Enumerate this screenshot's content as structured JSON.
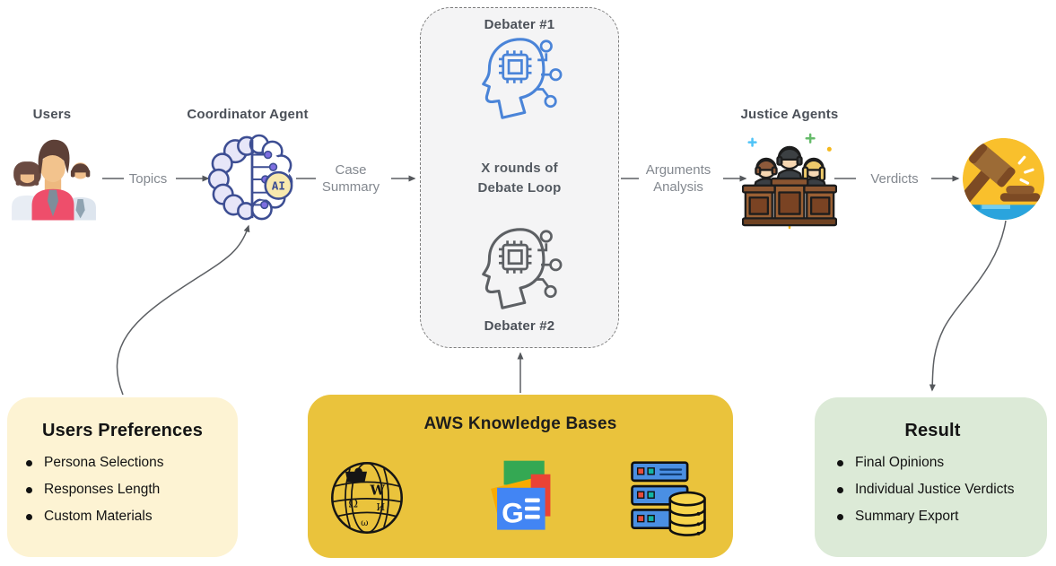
{
  "flow": {
    "users_label": "Users",
    "coordinator_label": "Coordinator Agent",
    "ai_badge": "AI",
    "justice_label": "Justice Agents",
    "debater1_label": "Debater #1",
    "debater2_label": "Debater #2",
    "loop_line1": "X rounds of",
    "loop_line2": "Debate Loop",
    "edge_topics": "Topics",
    "edge_case_line1": "Case",
    "edge_case_line2": "Summary",
    "edge_args_line1": "Arguments",
    "edge_args_line2": "Analysis",
    "edge_verdicts": "Verdicts"
  },
  "boxes": {
    "preferences": {
      "title": "Users Preferences",
      "items": [
        "Persona Selections",
        "Responses Length",
        "Custom Materials"
      ]
    },
    "knowledge": {
      "title": "AWS Knowledge Bases",
      "icons": [
        "wikipedia-icon",
        "google-news-icon",
        "database-servers-icon"
      ]
    },
    "result": {
      "title": "Result",
      "items": [
        "Final Opinions",
        "Individual Justice Verdicts",
        "Summary Export"
      ]
    }
  },
  "colors": {
    "preferences_bg": "#fdf3d3",
    "knowledge_bg": "#eac33c",
    "result_bg": "#dcead7",
    "debate_box_bg": "#f4f4f5",
    "debater1_accent": "#4a84d8",
    "debater2_accent": "#5d6064",
    "arrow": "#5c5f63",
    "gavel_circle": "#f9c02c",
    "brain_outline": "#3d4e93"
  }
}
